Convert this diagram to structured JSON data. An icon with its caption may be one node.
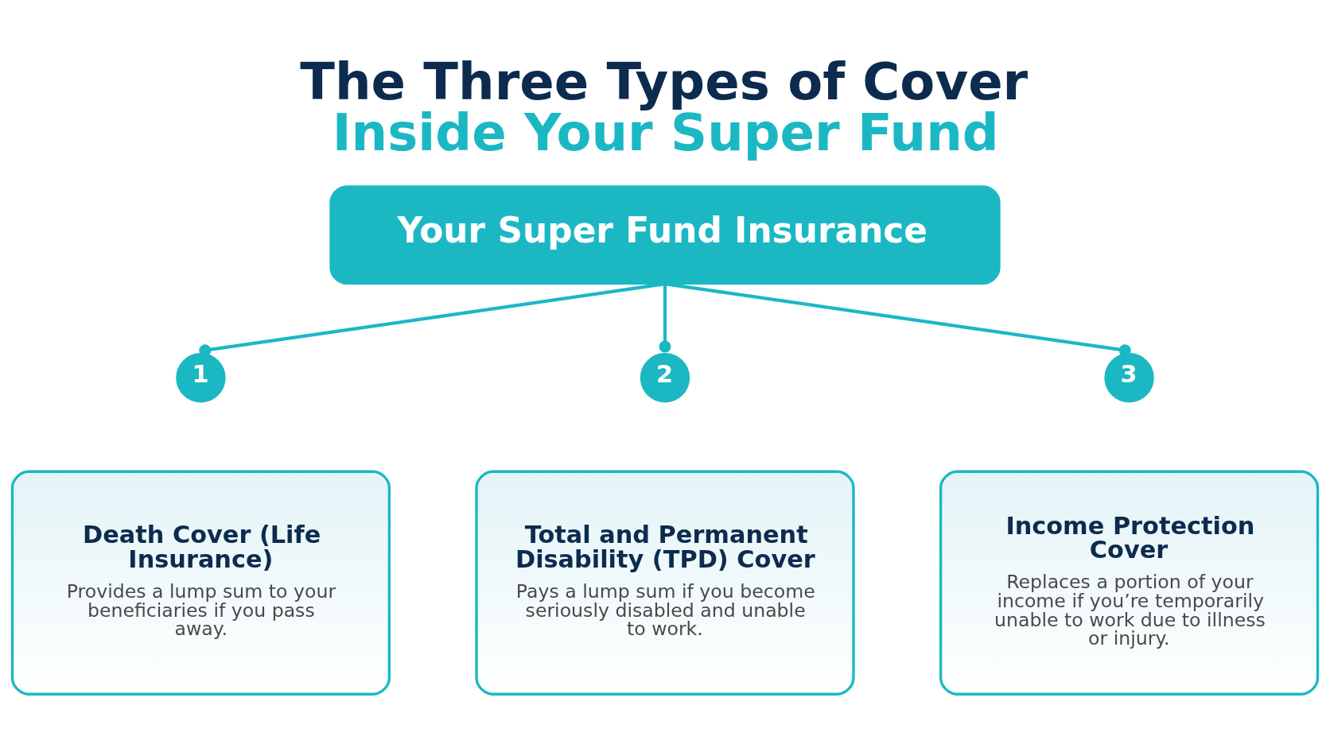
{
  "diagram": {
    "title": "The Three Types of Cover Inside Your Super Fund",
    "nodes": [
      {
        "text": [
          "Your Super Fund Insurance"
        ]
      },
      {
        "text": [
          "1"
        ]
      },
      {
        "text": [
          "Death Cover (Life Insurance)",
          "Provides a lump sum to your beneficiaries if you pass away."
        ]
      },
      {
        "text": [
          "2"
        ]
      },
      {
        "text": [
          "Total and Permanent Disability (TPD) Cover",
          "Pays a lump sum if you become seriously disabled and unable to work."
        ]
      },
      {
        "text": [
          "3"
        ]
      },
      {
        "text": [
          "Income Protection Cover",
          "Replaces a portion of your income if you’re temporarily unable to work due to illness or injury."
        ]
      }
    ],
    "edges": [
      {
        "from": 0,
        "to": 1,
        "arrow": "other"
      },
      {
        "from": 0,
        "to": 3,
        "arrow": "other"
      },
      {
        "from": 0,
        "to": 5,
        "arrow": "other"
      }
    ]
  }
}
